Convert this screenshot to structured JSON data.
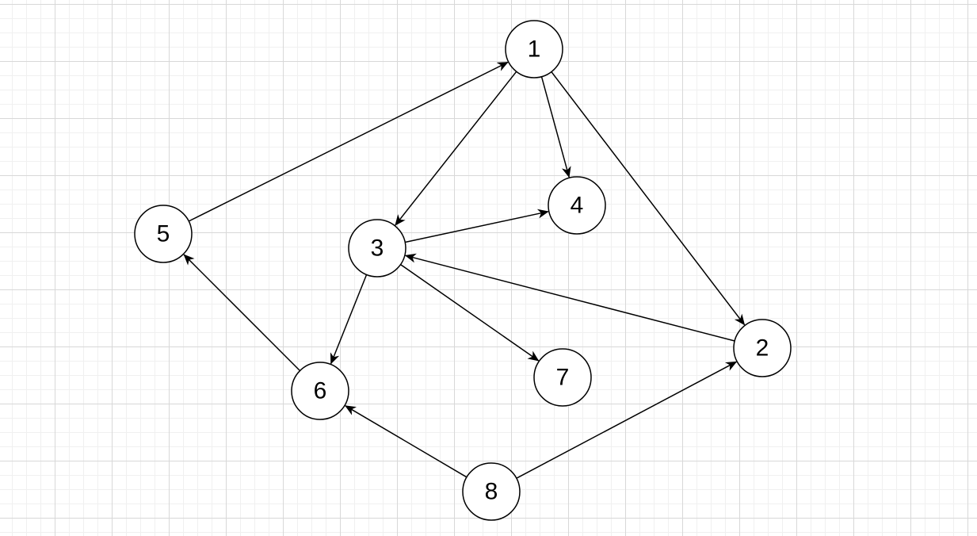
{
  "graph": {
    "nodes": [
      {
        "id": "1",
        "label": "1"
      },
      {
        "id": "2",
        "label": "2"
      },
      {
        "id": "3",
        "label": "3"
      },
      {
        "id": "4",
        "label": "4"
      },
      {
        "id": "5",
        "label": "5"
      },
      {
        "id": "6",
        "label": "6"
      },
      {
        "id": "7",
        "label": "7"
      },
      {
        "id": "8",
        "label": "8"
      }
    ],
    "edges": [
      {
        "from": "1",
        "to": "3"
      },
      {
        "from": "1",
        "to": "4"
      },
      {
        "from": "1",
        "to": "2"
      },
      {
        "from": "5",
        "to": "1"
      },
      {
        "from": "3",
        "to": "4"
      },
      {
        "from": "2",
        "to": "3"
      },
      {
        "from": "3",
        "to": "6"
      },
      {
        "from": "3",
        "to": "7"
      },
      {
        "from": "6",
        "to": "5"
      },
      {
        "from": "8",
        "to": "6"
      },
      {
        "from": "8",
        "to": "2"
      }
    ]
  },
  "colors": {
    "background": "#ffffff",
    "grid": "#d8d8d8",
    "stroke": "#000000"
  }
}
